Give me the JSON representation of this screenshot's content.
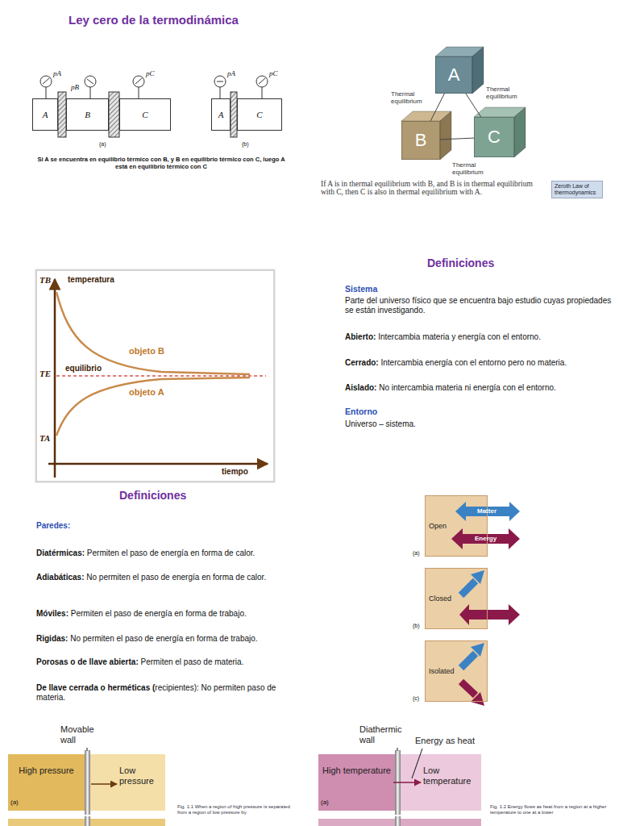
{
  "diagram": {
    "title": "Ley cero de la termodinámica",
    "caption": "Si A se encuentra en equilibrio térmico con B, y B en equilibrio térmico con C, luego A está en equilibrio térmico con C",
    "nodes": [
      {
        "text": [
          "A"
        ]
      },
      {
        "text": [
          "B"
        ]
      },
      {
        "text": [
          "C"
        ]
      },
      {
        "text": [
          "A"
        ]
      },
      {
        "text": [
          "C"
        ]
      },
      {
        "text": [
          "A"
        ]
      },
      {
        "text": [
          "B"
        ]
      },
      {
        "text": [
          "C"
        ]
      },
      {
        "text": [
          "Zeroth Law of thermodynamics"
        ]
      },
      {
        "text": [
          "Open"
        ]
      },
      {
        "text": [
          "Closed"
        ]
      },
      {
        "text": [
          "Isolated"
        ]
      },
      {
        "text": [
          "High pressure"
        ]
      },
      {
        "text": [
          "Low pressure"
        ]
      },
      {
        "text": [
          "High temperature"
        ]
      },
      {
        "text": [
          "Low temperature"
        ]
      }
    ],
    "edges": [
      {
        "from": 5,
        "to": 6,
        "arrow": "none",
        "label": "Thermal equilibrium"
      },
      {
        "from": 5,
        "to": 7,
        "arrow": "none",
        "label": "Thermal equilibrium"
      },
      {
        "from": 6,
        "to": 7,
        "arrow": "none",
        "label": "Thermal equilibrium"
      }
    ],
    "labels": [
      "pA",
      "pB",
      "pC",
      "(a)",
      "pA",
      "pC",
      "(b)",
      "If A is in thermal equilibrium with B, and B is in thermal equilibrium with C, then C is also in thermal equilibrium with A.",
      "temperatura",
      "TB",
      "TE",
      "equilibrio",
      "objeto B",
      "objeto A",
      "TA",
      "tiempo",
      "Definiciones",
      "Sistema",
      "Parte del universo físico que se encuentra bajo estudio cuyas propiedades se están investigando.",
      "Abierto:",
      "Intercambia materia y energía con el entorno.",
      "Cerrado:",
      "Intercambia energía con el entorno pero no materia.",
      "Aislado:",
      "No intercambia materia ni energía con el entorno.",
      "Entorno",
      "Universo – sistema.",
      "Definiciones",
      "Paredes:",
      "Diatérmicas:",
      "Permiten el paso de energía en forma de calor.",
      "Adiabáticas:",
      "No permiten el paso de energía en forma de calor.",
      "Móviles:",
      "Permiten el paso de energía en forma de trabajo.",
      "Rigidas:",
      "No permiten el paso de energía en forma de trabajo.",
      "Porosas o de llave abierta:",
      "Permiten el paso de materia.",
      "De llave cerrada o herméticas (",
      "recipientes): No permiten paso de materia.",
      "Matter",
      "Energy",
      "(a)",
      "(b)",
      "(c)",
      "Movable wall",
      "(a)",
      "Fig. 1.1 When a region of high pressure is separated from a region of low pressure by",
      "Diathermic wall",
      "Energy as heat",
      "(a)",
      "Fig. 1.2 Energy flows as heat from a region at a higher temperature to one at a lower"
    ]
  }
}
